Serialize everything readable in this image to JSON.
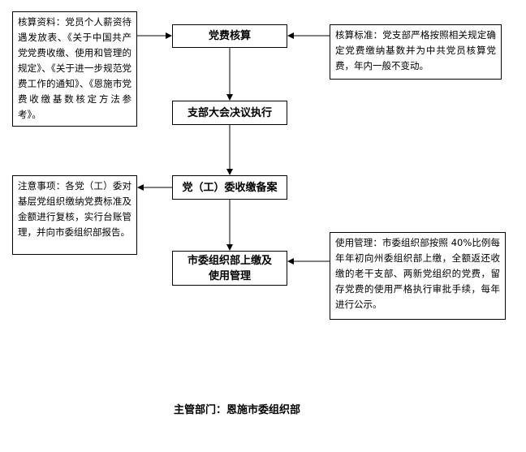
{
  "steps": {
    "step1": "党费核算",
    "step2": "支部大会决议执行",
    "step3": "党（工）委收缴备案",
    "step4_line1": "市委组织部上缴及",
    "step4_line2": "使用管理"
  },
  "notes": {
    "basis": "核算资料：党员个人薪资待遇发放表、《关于中国共产党党费收缴、使用和管理的规定》、《关于进一步规范党费工作的通知》、《恩施市党费收缴基数核定方法参考》。",
    "standard": "核算标准：党支部严格按照相关规定确定党费缴纳基数并为中共党员核算党费，年内一般不变动。",
    "caution": "注意事项：各党（工）委对基层党组织缴纳党费标准及金额进行复核，实行台账管理，并向市委组织部报告。",
    "usage": "使用管理：市委组织部按照 40%比例每年年初向州委组织部上缴，全额返还收缴的老干支部、两新党组织的党费，留存党费的使用严格执行审批手续，每年进行公示。"
  },
  "footer": "主管部门：恩施市委组织部"
}
